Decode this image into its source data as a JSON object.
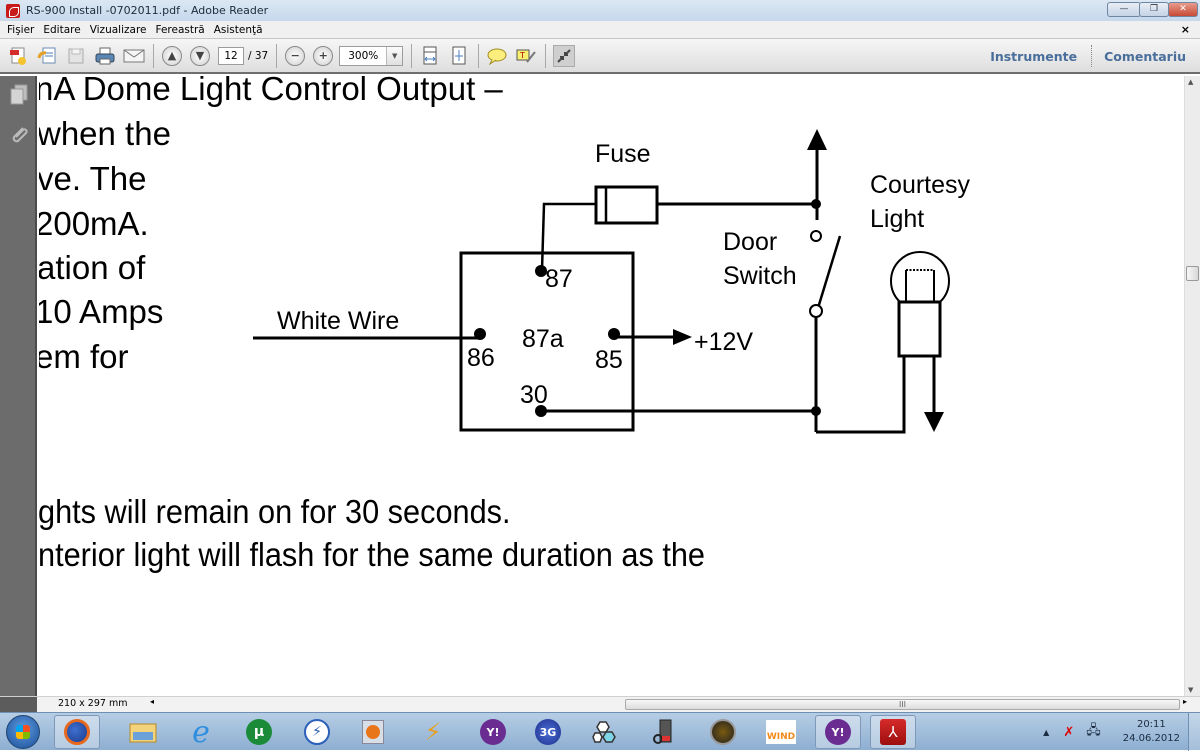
{
  "window": {
    "title": "RS-900 Install -0702011.pdf - Adobe Reader",
    "controls": [
      "minimize",
      "restore",
      "close"
    ]
  },
  "menu": {
    "items": [
      "Fişier",
      "Editare",
      "Vizualizare",
      "Fereastră",
      "Asistenţă"
    ],
    "close_glyph": "×"
  },
  "toolbar": {
    "current_page": "12",
    "total_pages": "/ 37",
    "zoom": "300%",
    "tools_label": "Instrumente",
    "comment_label": "Comentariu"
  },
  "document": {
    "left_text": [
      "nA Dome Light Control Output –",
      "when the",
      "ve. The",
      "200mA.",
      "ation of",
      "10 Amps",
      "em for"
    ],
    "bottom_text": [
      "ghts will remain on for 30 seconds.",
      "nterior light will flash for the same duration as the"
    ],
    "diagram": {
      "fuse_label": "Fuse",
      "courtesy_label_1": "Courtesy",
      "courtesy_label_2": "Light",
      "door_label_1": "Door",
      "door_label_2": "Switch",
      "wire_label": "White Wire",
      "pin_87": "87",
      "pin_87a": "87a",
      "pin_86": "86",
      "pin_85": "85",
      "pin_30": "30",
      "voltage_label": "+12V"
    }
  },
  "statusbar": {
    "page_size": "210 x 297 mm",
    "scroll_grip": "III"
  },
  "taskbar": {
    "apps": [
      "firefox",
      "explorer",
      "internet-explorer",
      "utorrent",
      "download-manager",
      "media-player",
      "winamp",
      "yahoo-messenger",
      "3g-modem",
      "network-app",
      "pc-tool",
      "speedometer",
      "wind",
      "yahoo-messenger-active",
      "adobe-reader"
    ],
    "wind_label": "WIND",
    "modem_label": "3G",
    "clock_time": "20:11",
    "clock_date": "24.06.2012"
  }
}
